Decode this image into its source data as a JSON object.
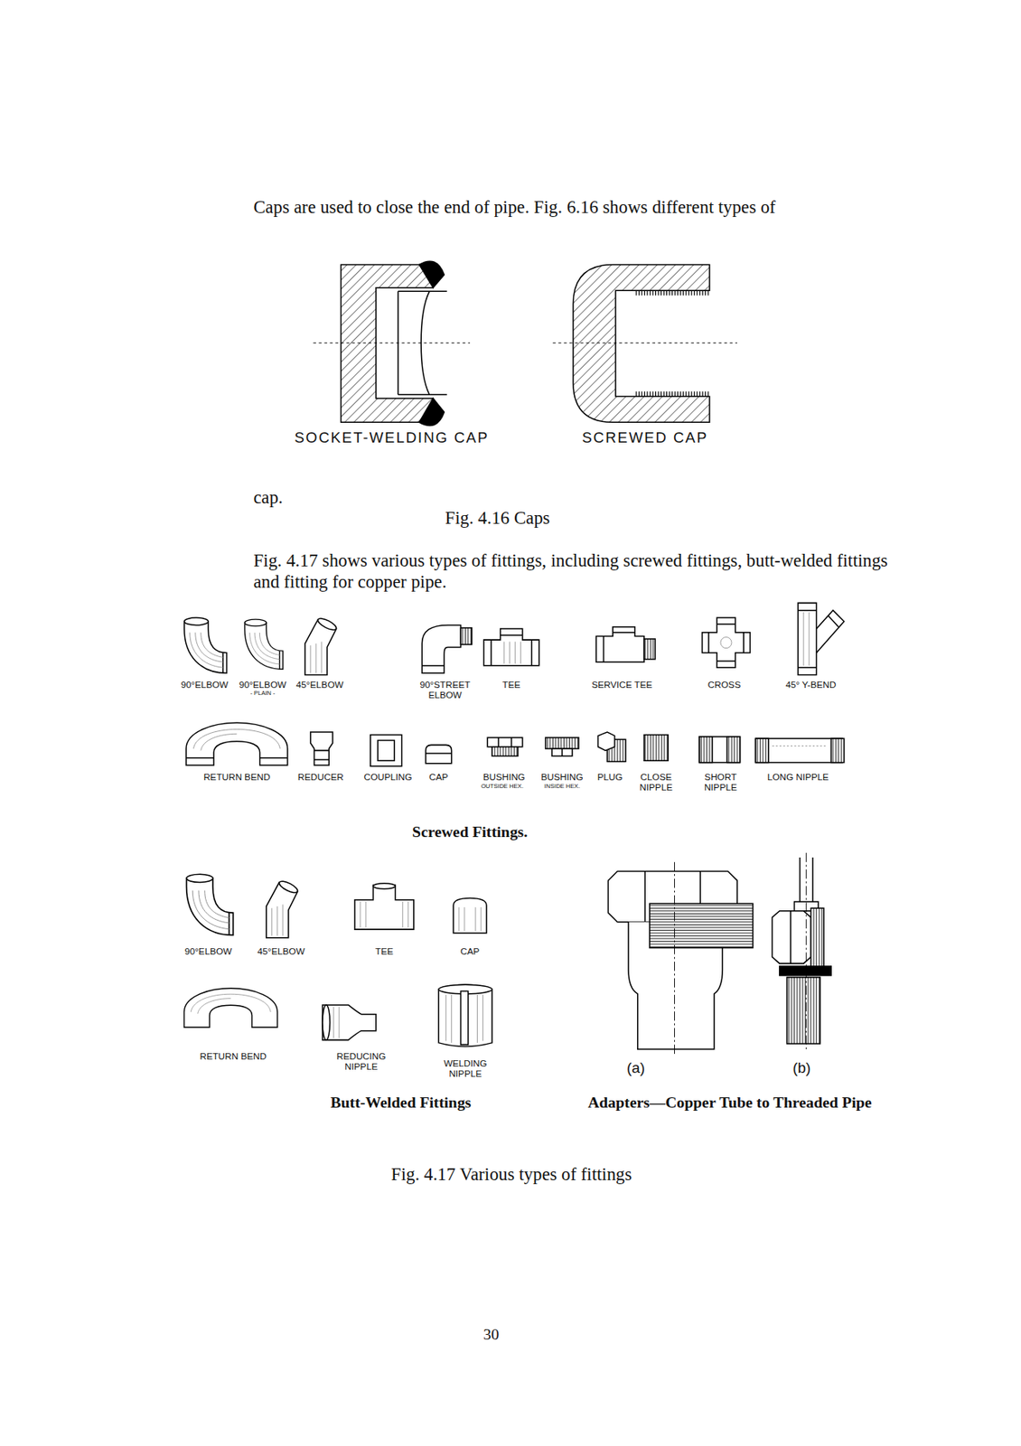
{
  "diagram": {
    "caption": "Fig. 4.17 Various types of fittings",
    "labels": [
      "Caps are used to close the end of pipe. Fig. 6.16 shows different types of",
      "SOCKET-WELDING CAP",
      "SCREWED CAP",
      "cap.",
      "Fig. 4.16 Caps",
      "Fig. 4.17 shows various types of fittings, including screwed fittings, butt-welded fittings and fitting for copper pipe.",
      "90°ELBOW",
      "90°ELBOW",
      "- PLAIN -",
      "45°ELBOW",
      "90°STREET ELBOW",
      "TEE",
      "SERVICE TEE",
      "CROSS",
      "45° Y-BEND",
      "RETURN BEND",
      "REDUCER",
      "COUPLING",
      "CAP",
      "BUSHING",
      "OUTSIDE HEX.",
      "BUSHING",
      "INSIDE HEX.",
      "PLUG",
      "CLOSE NIPPLE",
      "SHORT NIPPLE",
      "LONG NIPPLE",
      "Screwed Fittings.",
      "90°ELBOW",
      "45°ELBOW",
      "TEE",
      "CAP",
      "RETURN BEND",
      "REDUCING NIPPLE",
      "WELDING NIPPLE",
      "(a)",
      "(b)",
      "Butt-Welded Fittings",
      "Adapters—Copper Tube to Threaded Pipe",
      "30"
    ]
  }
}
